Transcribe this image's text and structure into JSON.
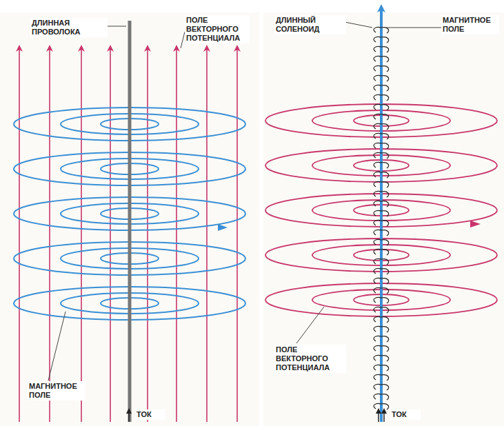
{
  "diagram": {
    "labels": [
      "ДЛИННАЯ ПРОВОЛОКА",
      "ПОЛЕ ВЕКТОРНОГО ПОТЕНЦИАЛА",
      "МАГНИТНОЕ ПОЛЕ",
      "ТОК",
      "ДЛИННЫЙ СОЛЕНОИД",
      "МАГНИТНОЕ ПОЛЕ",
      "ПОЛЕ ВЕКТОРНОГО ПОТЕНЦИАЛА",
      "ТОК"
    ]
  }
}
